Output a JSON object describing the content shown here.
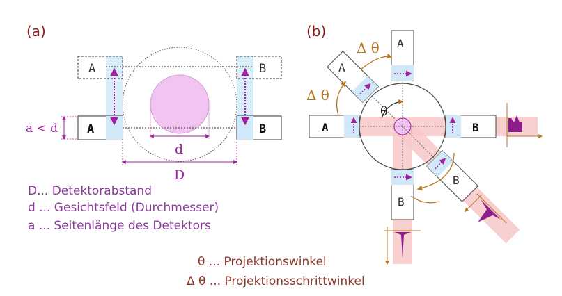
{
  "colors": {
    "brown": "#8B1A1A",
    "magenta": "#A020A0",
    "purple_text": "#8B3A9B",
    "pink_fill": "#F2C4F2",
    "light_blue": "#D0E8F8",
    "red_beam": "#F8C8C8",
    "orange_brown": "#B87820",
    "profile_purple": "#8B1E8B"
  },
  "panel_a": {
    "label": "(a)",
    "detector_top_left": "A",
    "detector_top_right": "B",
    "detector_bottom_left": "A",
    "detector_bottom_right": "B",
    "a_less_d": "a < d",
    "d_label": "d",
    "D_label": "D"
  },
  "legend_a": {
    "line1": "D... Detektorabstand",
    "line2": "d ... Gesichtsfeld (Durchmesser)",
    "line3": "a ... Seitenlänge des Detektors"
  },
  "panel_b": {
    "label": "(b)",
    "delta_theta_top": "Δ θ",
    "delta_theta_left": "Δ θ",
    "theta": "θ",
    "det_A_left": "A",
    "det_B_right": "B",
    "det_A_top": "A",
    "det_B_bottom": "B",
    "det_A_diag": "A",
    "det_B_diag": "B"
  },
  "legend_b": {
    "line1": "θ ... Projektionswinkel",
    "line2": "Δ θ ... Projektionsschrittwinkel"
  }
}
